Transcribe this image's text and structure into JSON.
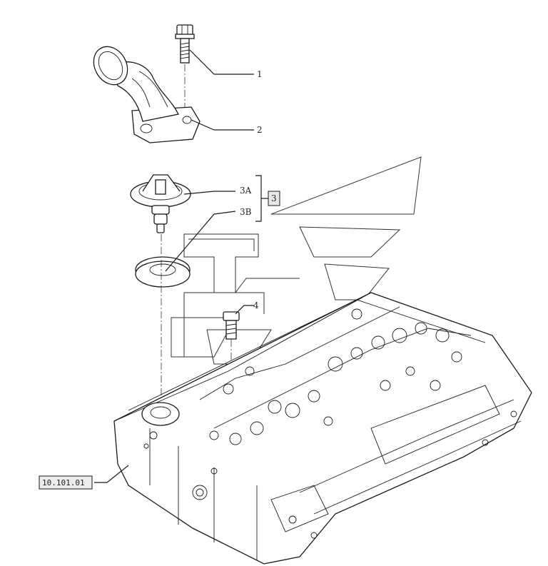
{
  "callouts": {
    "c1": "1",
    "c2": "2",
    "c3a": "3A",
    "c3b": "3B",
    "c3": "3",
    "c4": "4",
    "ref": "10.101.01"
  },
  "icons": [
    "exploded-view-diagram",
    "watermark-logo"
  ]
}
